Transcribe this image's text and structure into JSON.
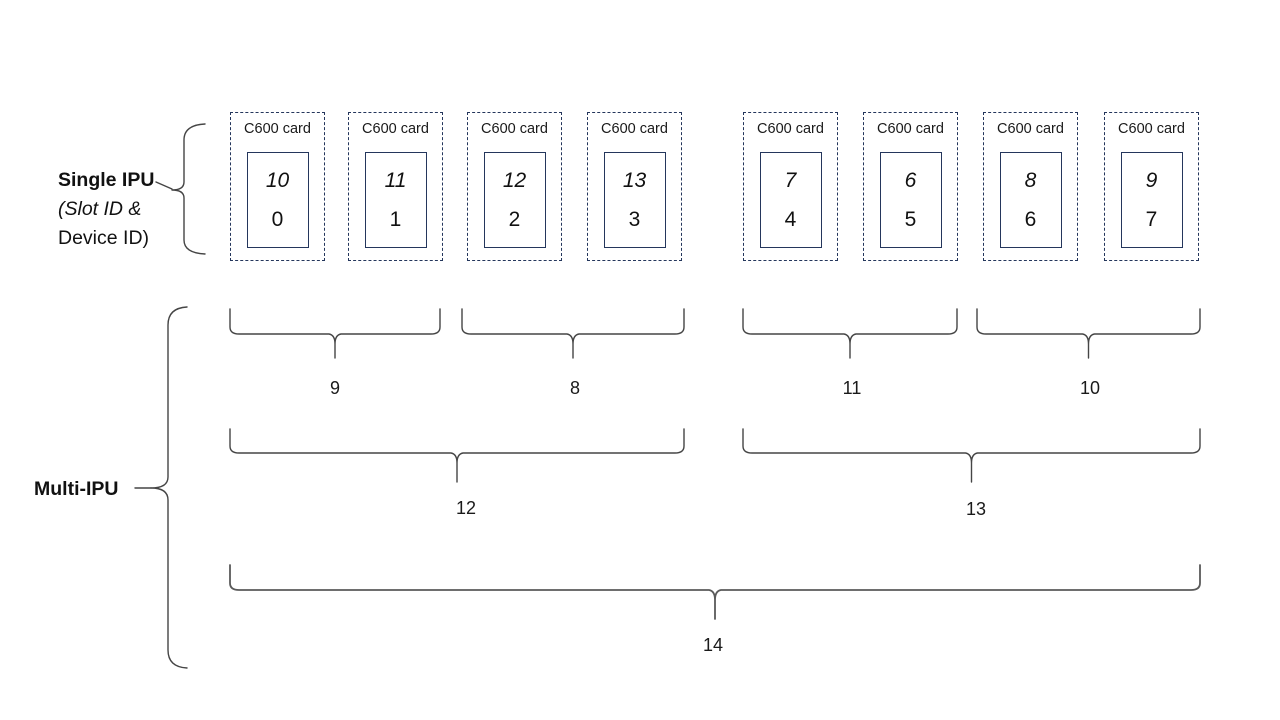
{
  "diagram": {
    "single_ipu_label": {
      "line1": "Single IPU",
      "line2": "(Slot ID &",
      "line3": "Device ID)"
    },
    "multi_ipu_label": "Multi-IPU",
    "cards": [
      {
        "title": "C600 card",
        "slot_id": "10",
        "device_id": "0"
      },
      {
        "title": "C600 card",
        "slot_id": "11",
        "device_id": "1"
      },
      {
        "title": "C600 card",
        "slot_id": "12",
        "device_id": "2"
      },
      {
        "title": "C600 card",
        "slot_id": "13",
        "device_id": "3"
      },
      {
        "title": "C600 card",
        "slot_id": "7",
        "device_id": "4"
      },
      {
        "title": "C600 card",
        "slot_id": "6",
        "device_id": "5"
      },
      {
        "title": "C600 card",
        "slot_id": "8",
        "device_id": "6"
      },
      {
        "title": "C600 card",
        "slot_id": "9",
        "device_id": "7"
      }
    ],
    "multi_ipu_ids": {
      "pairs": [
        "9",
        "8",
        "11",
        "10"
      ],
      "quads": [
        "12",
        "13"
      ],
      "all": "14"
    }
  },
  "colors": {
    "card_border": "#24365C",
    "brace": "#454545",
    "text": "#111111"
  }
}
